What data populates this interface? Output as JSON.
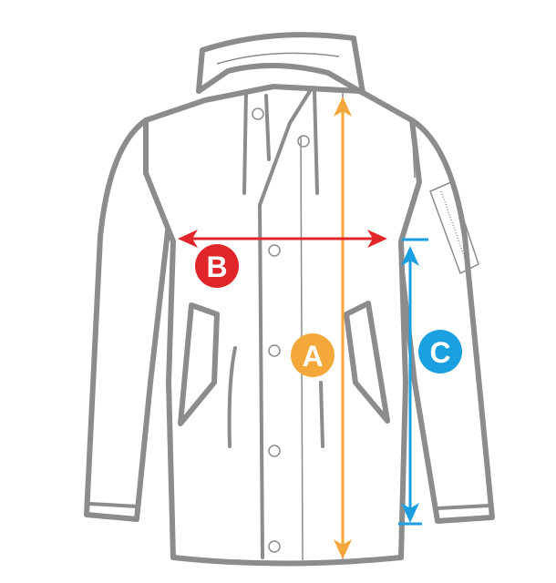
{
  "measurements": [
    {
      "label": "A",
      "color": "#f5a83a",
      "direction": "vertical"
    },
    {
      "label": "B",
      "color": "#e0262b",
      "direction": "horizontal"
    },
    {
      "label": "C",
      "color": "#1a9fe0",
      "direction": "vertical"
    }
  ],
  "garment_outline_color": "#8c8c8e"
}
